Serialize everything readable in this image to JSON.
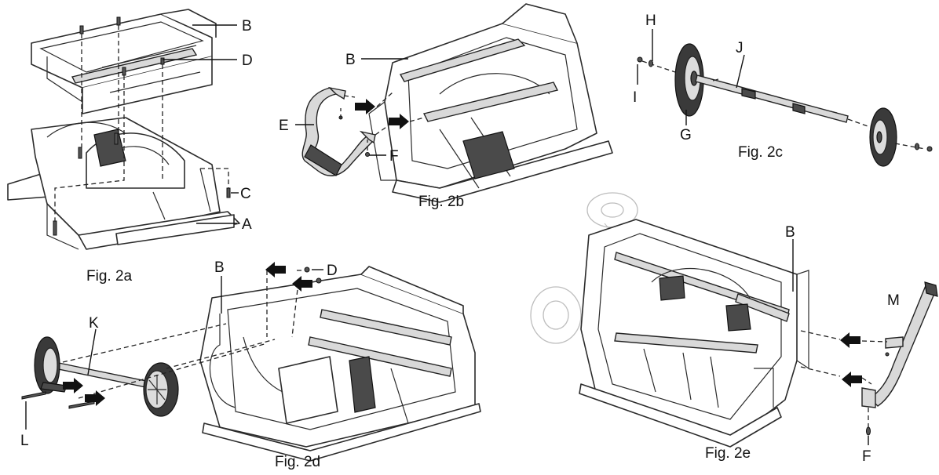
{
  "figures": {
    "fig2a": {
      "caption": "Fig. 2a",
      "labels": {
        "B": "B",
        "D": "D",
        "C": "C",
        "A": "A"
      }
    },
    "fig2b": {
      "caption": "Fig. 2b",
      "labels": {
        "B": "B",
        "E": "E",
        "F": "F"
      }
    },
    "fig2c": {
      "caption": "Fig. 2c",
      "labels": {
        "H": "H",
        "J": "J",
        "I": "I",
        "G": "G"
      }
    },
    "fig2d": {
      "caption": "Fig. 2d",
      "labels": {
        "B": "B",
        "D": "D",
        "K": "K",
        "L": "L"
      }
    },
    "fig2e": {
      "caption": "Fig. 2e",
      "labels": {
        "B": "B",
        "M": "M",
        "F": "F"
      }
    }
  },
  "icons": {
    "arrow": "push-arrow-icon",
    "screw": "screw-icon",
    "wheel": "wheel-icon"
  },
  "colors": {
    "line": "#2b2b2b",
    "ghost": "#bdbdbd",
    "part": "#3a3a3a"
  }
}
